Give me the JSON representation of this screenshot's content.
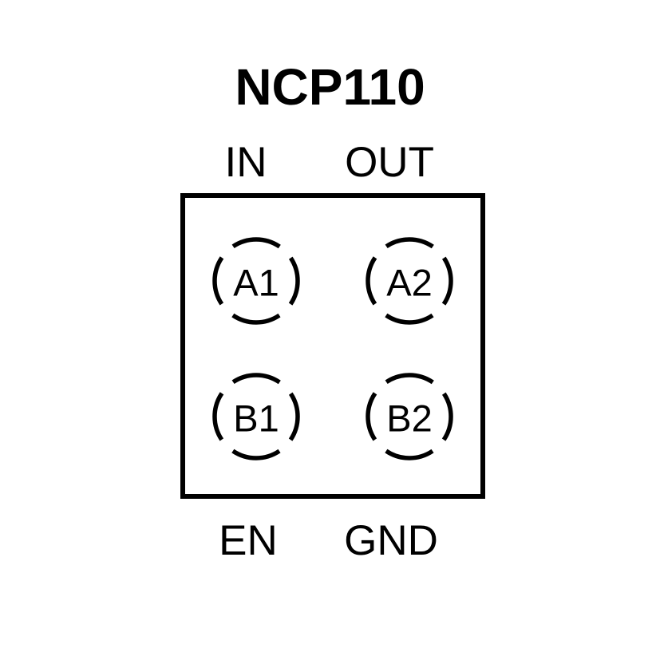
{
  "diagram": {
    "title": "NCP110",
    "type": "package-pinout",
    "colors": {
      "line": "#000000",
      "background": "#ffffff"
    },
    "pin_labels": {
      "top_left": "IN",
      "top_right": "OUT",
      "bottom_left": "EN",
      "bottom_right": "GND"
    },
    "balls": [
      {
        "name": "A1"
      },
      {
        "name": "A2"
      },
      {
        "name": "B1"
      },
      {
        "name": "B2"
      }
    ]
  }
}
